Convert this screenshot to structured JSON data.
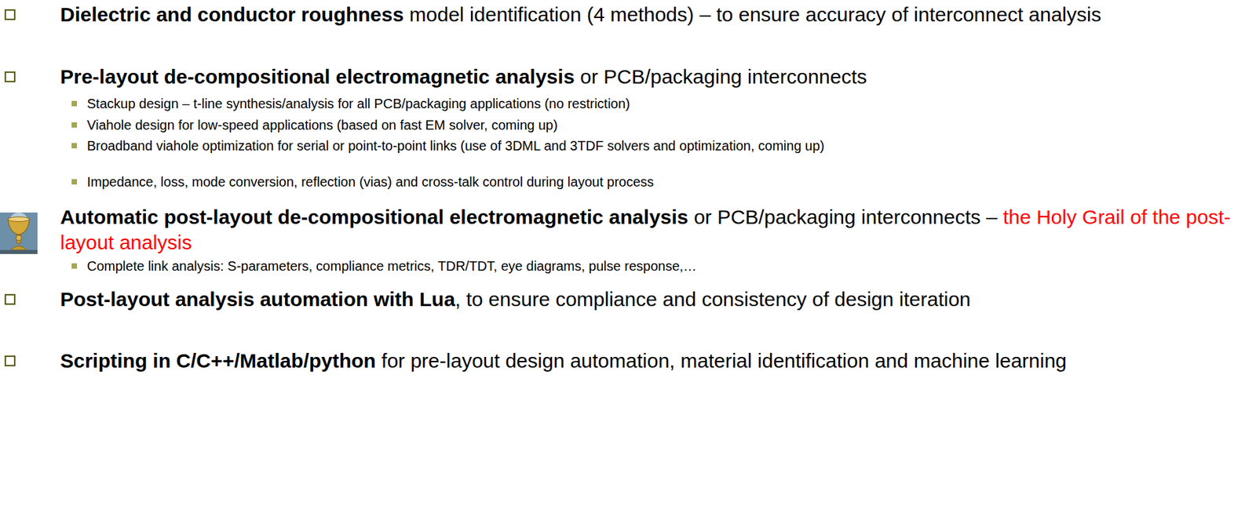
{
  "diagram": {
    "labels": [
      "Dielectric and conductor roughness",
      "model identification (4 methods) – to ensure accuracy of interconnect analysis",
      "Pre-layout de-compositional electromagnetic analysis",
      "or PCB/packaging interconnects",
      "Stackup design – t-line synthesis/analysis for all PCB/packaging applications (no restriction)",
      "Viahole design for low-speed applications (based on fast EM solver, coming up)",
      "Broadband viahole optimization for serial or point-to-point links (use of 3DML and 3TDF solvers and optimization, coming up)",
      "Impedance, loss, mode conversion, reflection (vias) and cross-talk control during layout process",
      "Automatic post-layout de-compositional electromagnetic analysis",
      "or PCB/packaging interconnects –",
      "the Holy Grail of the post-layout analysis",
      "Complete link analysis: S-parameters, compliance metrics, TDR/TDT, eye diagrams, pulse response,…",
      "Post-layout analysis automation with Lua",
      ", to ensure compliance and consistency of design iteration",
      "Scripting in C/C++/Matlab/python",
      "for pre-layout design automation, material identification and machine learning"
    ]
  }
}
